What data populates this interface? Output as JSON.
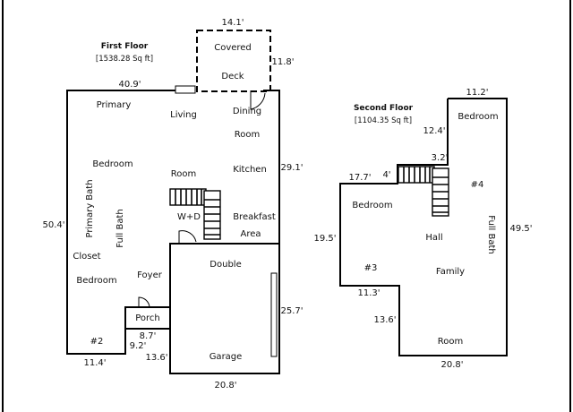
{
  "first_floor": {
    "title": "First Floor",
    "area": "[1538.28 Sq ft]",
    "rooms": {
      "covered": "Covered",
      "deck": "Deck",
      "primary": "Primary",
      "primary_bedroom": "Bedroom",
      "living": "Living",
      "living_room": "Room",
      "dining": "Dining",
      "dining_room": "Room",
      "kitchen": "Kitchen",
      "primary_bath": "Primary Bath",
      "full_bath": "Full Bath",
      "wd": "W+D",
      "breakfast": "Breakfast",
      "breakfast_area": "Area",
      "closet": "Closet",
      "bedroom2": "Bedroom",
      "foyer": "Foyer",
      "porch": "Porch",
      "bed2_number": "#2",
      "double": "Double",
      "garage": "Garage"
    },
    "dims": {
      "deck_width": "14.1'",
      "deck_depth": "11.8'",
      "top_width": "40.9'",
      "right_depth": "29.1'",
      "left_depth": "50.4'",
      "garage_depth": "25.7'",
      "porch_width": "8.7'",
      "porch_depth": "9.2'",
      "bottom_left": "11.4'",
      "foyer_offset": "13.6'",
      "garage_width": "20.8'"
    }
  },
  "second_floor": {
    "title": "Second Floor",
    "area": "[1104.35 Sq ft]",
    "rooms": {
      "bedroom_top": "Bedroom",
      "bed4_number": "#4",
      "bedroom_left": "Bedroom",
      "hall": "Hall",
      "full_bath": "Full Bath",
      "bed3_number": "#3",
      "family": "Family",
      "family_room": "Room"
    },
    "dims": {
      "top_width": "11.2'",
      "hall_width": "12.4'",
      "stair_width": "3.2'",
      "left_width": "17.7'",
      "landing": "4'",
      "right_depth": "49.5'",
      "left_depth": "19.5'",
      "step_width": "11.3'",
      "step_depth": "13.6'",
      "bottom_width": "20.8'"
    }
  }
}
